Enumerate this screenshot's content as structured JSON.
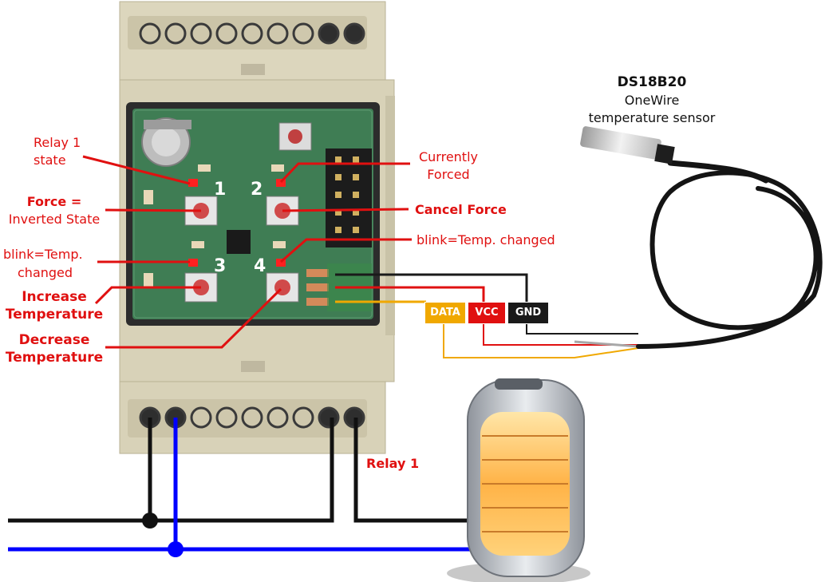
{
  "sensor": {
    "title": "DS18B20",
    "line1": "OneWire",
    "line2": "temperature sensor"
  },
  "labels": {
    "relay1_state_l1": "Relay 1",
    "relay1_state_l2": "state",
    "currently_forced_l1": "Currently",
    "currently_forced_l2": "Forced",
    "force_l1": "Force =",
    "force_l2": "Inverted State",
    "cancel_force": "Cancel Force",
    "blink_left_l1": "blink=Temp.",
    "blink_left_l2": "changed",
    "blink_right": "blink=Temp. changed",
    "increase_l1": "Increase",
    "increase_l2": "Temperature",
    "decrease_l1": "Decrease",
    "decrease_l2": "Temperature",
    "relay1": "Relay 1"
  },
  "numbers": {
    "n1": "1",
    "n2": "2",
    "n3": "3",
    "n4": "4"
  },
  "wires": {
    "data": "DATA",
    "vcc": "VCC",
    "gnd": "GND"
  },
  "colors": {
    "data": "#f0a800",
    "vcc": "#e01010",
    "gnd": "#1a1a1a",
    "neutral": "#0000ff",
    "callout": "#e01010",
    "enclosure": "#d8d2b8",
    "pcb": "#3f7d54"
  },
  "icons": [
    "led-icon",
    "push-button-icon",
    "screw-terminal-icon",
    "heater-icon",
    "temperature-probe-icon",
    "battery-icon",
    "junction-dot-icon"
  ]
}
